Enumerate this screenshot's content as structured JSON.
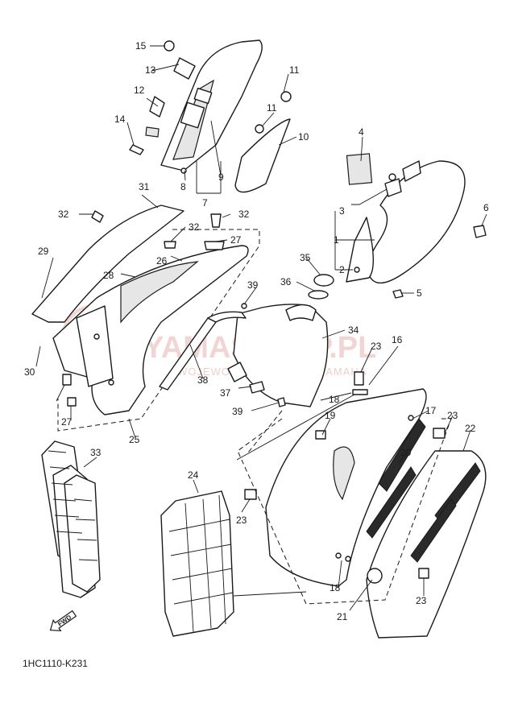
{
  "diagram": {
    "code": "1HC1110-K231",
    "fwd_label": "FWD",
    "watermark": {
      "main": "YAMASKLEP.PL",
      "sub": "WOJEWODZKI  |  DEALER YAMAHA"
    },
    "callouts": [
      "1",
      "2",
      "3",
      "4",
      "5",
      "6",
      "7",
      "8",
      "9",
      "10",
      "11",
      "11",
      "12",
      "13",
      "14",
      "15",
      "16",
      "17",
      "18",
      "18",
      "19",
      "20",
      "21",
      "22",
      "23",
      "23",
      "23",
      "23",
      "24",
      "25",
      "26",
      "27",
      "27",
      "28",
      "29",
      "30",
      "31",
      "32",
      "32",
      "32",
      "33",
      "34",
      "35",
      "36",
      "37",
      "38",
      "39",
      "39"
    ]
  },
  "colors": {
    "line": "#1a1a1a",
    "watermark": "#e9b9b9",
    "background": "#ffffff"
  }
}
